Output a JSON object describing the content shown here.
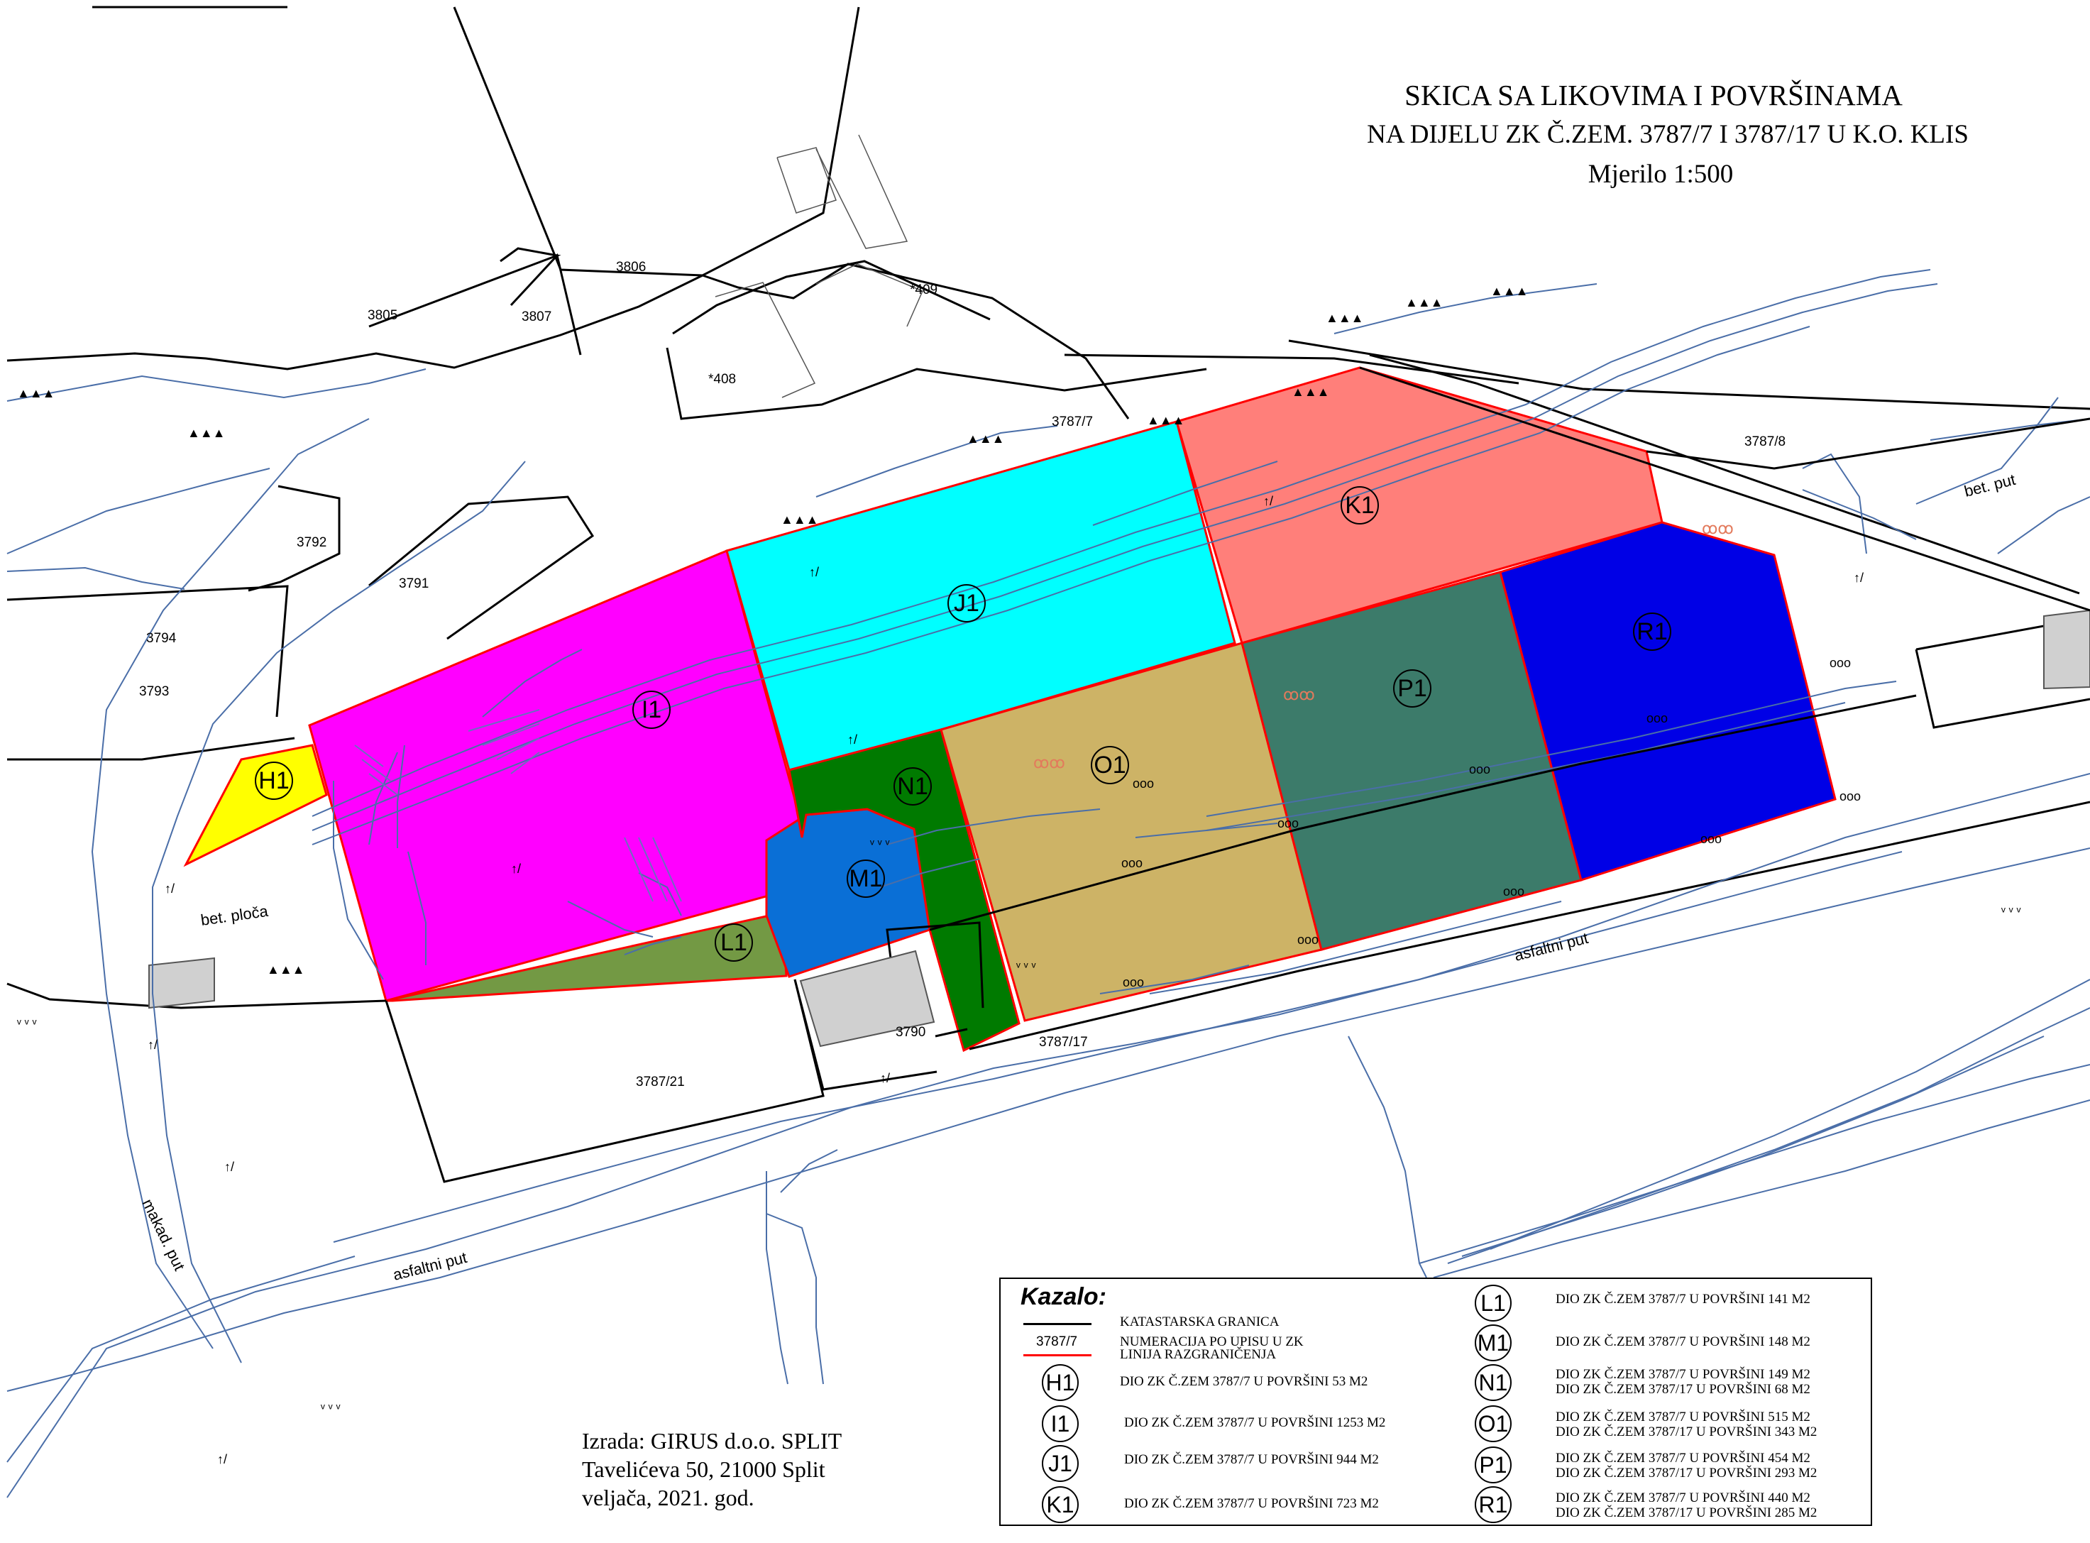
{
  "title": {
    "line1": "SKICA SA LIKOVIMA I POVRŠINAMA",
    "line2": "NA DIJELU ZK Č.ZEM. 3787/7 I 3787/17 U   K.O. KLIS",
    "scale": "Mjerilo 1:500"
  },
  "parcel_numbers": {
    "p3806": "3806",
    "p3805": "3805",
    "p3807": "3807",
    "p409": "*409",
    "p408": "*408",
    "p3787_7": "3787/7",
    "p3787_8": "3787/8",
    "p3792": "3792",
    "p3791": "3791",
    "p3794": "3794",
    "p3793": "3793",
    "p3787_21": "3787/21",
    "p3790": "3790",
    "p3787_17": "3787/17"
  },
  "road_labels": {
    "bet_put": "bet. put",
    "bet_ploca": "bet. ploča",
    "asfaltni_put_1": "asfaltni put",
    "asfaltni_put_2": "asfaltni put",
    "makad_put": "makad. put"
  },
  "figures": [
    {
      "id": "H1",
      "color": "#ffff00"
    },
    {
      "id": "I1",
      "color": "#ff00ff"
    },
    {
      "id": "J1",
      "color": "#00ffff"
    },
    {
      "id": "K1",
      "color": "#ff7f7a"
    },
    {
      "id": "L1",
      "color": "#739944"
    },
    {
      "id": "M1",
      "color": "#0a6fd6"
    },
    {
      "id": "N1",
      "color": "#007a00"
    },
    {
      "id": "O1",
      "color": "#cdb366"
    },
    {
      "id": "P1",
      "color": "#3c7b6a"
    },
    {
      "id": "R1",
      "color": "#0000e6"
    }
  ],
  "legend": {
    "title": "Kazalo:",
    "cadastral_boundary": "KATASTARSKA GRANICA",
    "sample_number": "3787/7",
    "numbering": "NUMERACIJA PO UPISU U ZK",
    "demarcation": "LINIJA  RAZGRANIČENJA",
    "entries": [
      {
        "id": "H1",
        "lines": [
          "DIO ZK Č.ZEM 3787/7 U POVRŠINI 53 M2"
        ]
      },
      {
        "id": "I1",
        "lines": [
          "DIO ZK Č.ZEM 3787/7 U POVRŠINI 1253 M2"
        ]
      },
      {
        "id": "J1",
        "lines": [
          "DIO ZK Č.ZEM 3787/7 U POVRŠINI 944 M2"
        ]
      },
      {
        "id": "K1",
        "lines": [
          "DIO ZK Č.ZEM 3787/7 U POVRŠINI 723 M2"
        ]
      },
      {
        "id": "L1",
        "lines": [
          "DIO ZK Č.ZEM 3787/7 U POVRŠINI 141 M2"
        ]
      },
      {
        "id": "M1",
        "lines": [
          "DIO ZK Č.ZEM 3787/7 U POVRŠINI 148 M2"
        ]
      },
      {
        "id": "N1",
        "lines": [
          "DIO ZK Č.ZEM 3787/7 U POVRŠINI 149 M2",
          "DIO ZK Č.ZEM 3787/17 U POVRŠINI 68 M2"
        ]
      },
      {
        "id": "O1",
        "lines": [
          "DIO ZK Č.ZEM 3787/7 U POVRŠINI 515 M2",
          "DIO ZK Č.ZEM 3787/17 U POVRŠINI 343 M2"
        ]
      },
      {
        "id": "P1",
        "lines": [
          "DIO ZK Č.ZEM 3787/7 U POVRŠINI 454 M2",
          "DIO ZK Č.ZEM 3787/17 U POVRŠINI 293 M2"
        ]
      },
      {
        "id": "R1",
        "lines": [
          "DIO ZK Č.ZEM 3787/7 U POVRŠINI 440 M2",
          "DIO ZK Č.ZEM 3787/17 U POVRŠINI 285 M2"
        ]
      }
    ]
  },
  "credits": {
    "line1": "Izrada: GIRUS d.o.o. SPLIT",
    "line2": "Tavelićeva 50, 21000 Split",
    "line3": "veljača, 2021. god."
  }
}
